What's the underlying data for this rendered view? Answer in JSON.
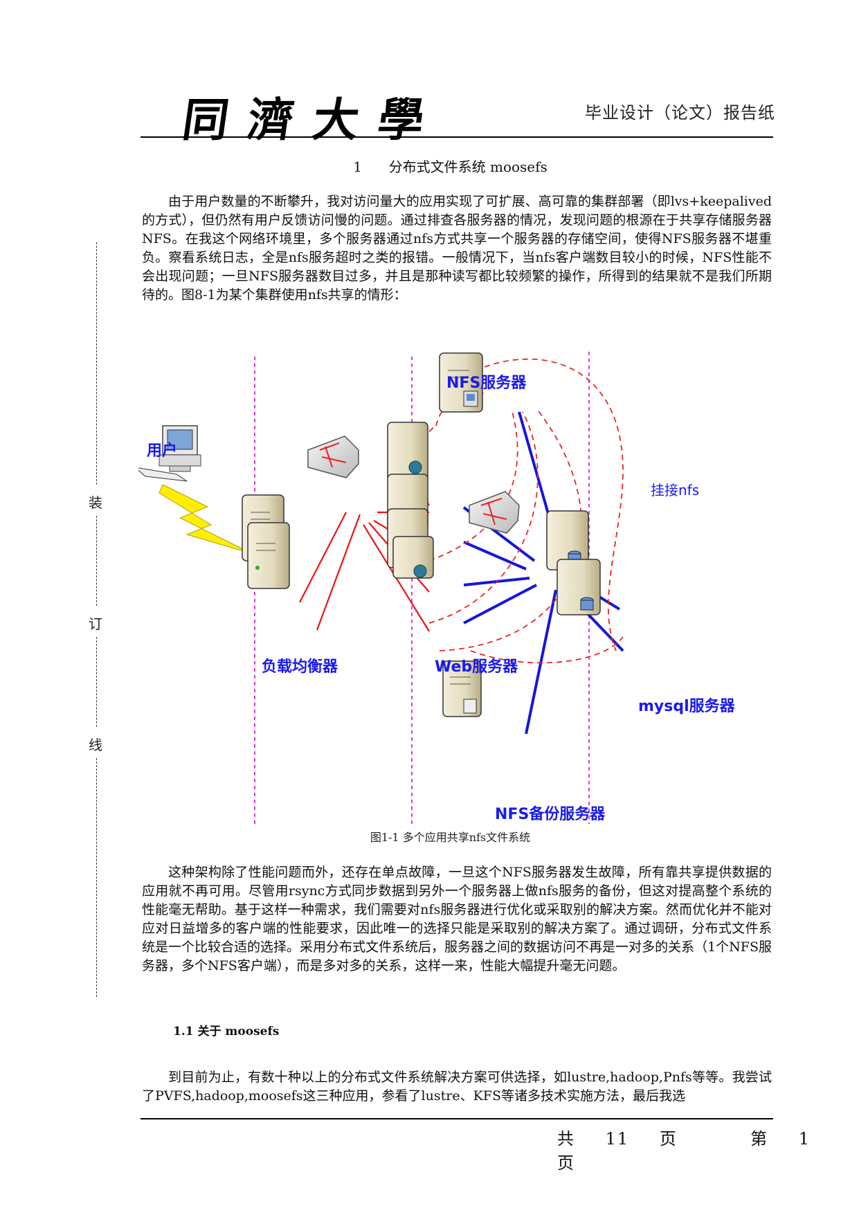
{
  "header": {
    "logo_text": "同濟大學",
    "paper_type": "毕业设计（论文）报告纸"
  },
  "section": {
    "number": "1",
    "title": "分布式文件系统 moosefs"
  },
  "paragraphs": {
    "p1": "由于用户数量的不断攀升，我对访问量大的应用实现了可扩展、高可靠的集群部署（即lvs+keepalived的方式），但仍然有用户反馈访问慢的问题。通过排查各服务器的情况，发现问题的根源在于共享存储服务器NFS。在我这个网络环境里，多个服务器通过nfs方式共享一个服务器的存储空间，使得NFS服务器不堪重负。察看系统日志，全是nfs服务超时之类的报错。一般情况下，当nfs客户端数目较小的时候，NFS性能不会出现问题；一旦NFS服务器数目过多，并且是那种读写都比较频繁的操作，所得到的结果就不是我们所期待的。图8-1为某个集群使用nfs共享的情形：",
    "p2": "这种架构除了性能问题而外，还存在单点故障，一旦这个NFS服务器发生故障，所有靠共享提供数据的应用就不再可用。尽管用rsync方式同步数据到另外一个服务器上做nfs服务的备份，但这对提高整个系统的性能毫无帮助。基于这样一种需求，我们需要对nfs服务器进行优化或采取别的解决方案。然而优化并不能对应对日益增多的客户端的性能要求，因此唯一的选择只能是采取别的解决方案了。通过调研，分布式文件系统是一个比较合适的选择。采用分布式文件系统后，服务器之间的数据访问不再是一对多的关系（1个NFS服务器，多个NFS客户端），而是多对多的关系，这样一来，性能大幅提升毫无问题。",
    "p3": "到目前为止，有数十种以上的分布式文件系统解决方案可供选择，如lustre,hadoop,Pnfs等等。我尝试了PVFS,hadoop,moosefs这三种应用，参看了lustre、KFS等诸多技术实施方法，最后我选"
  },
  "subsection": {
    "number": "1.1",
    "title": "关于 moosefs"
  },
  "figure": {
    "caption": "图1-1 多个应用共享nfs文件系统",
    "labels": {
      "user": "用户",
      "nfs_server": "NFS服务器",
      "mount": "挂接nfs",
      "load_balancer": "负载均衡器",
      "web_server": "Web服务器",
      "mysql_server": "mysql服务器",
      "nfs_backup": "NFS备份服务器"
    }
  },
  "binding_marks": {
    "c1": "装",
    "c2": "订",
    "c3": "线"
  },
  "footer": {
    "total_prefix": "共",
    "total": "11",
    "total_suffix": "页",
    "page_prefix": "第",
    "page": "1",
    "page_suffix": "页"
  },
  "colors": {
    "link_red": "#ee1111",
    "link_blue": "#1515dd",
    "divider": "#dd00dd",
    "label_blue": "#1a1aee"
  }
}
